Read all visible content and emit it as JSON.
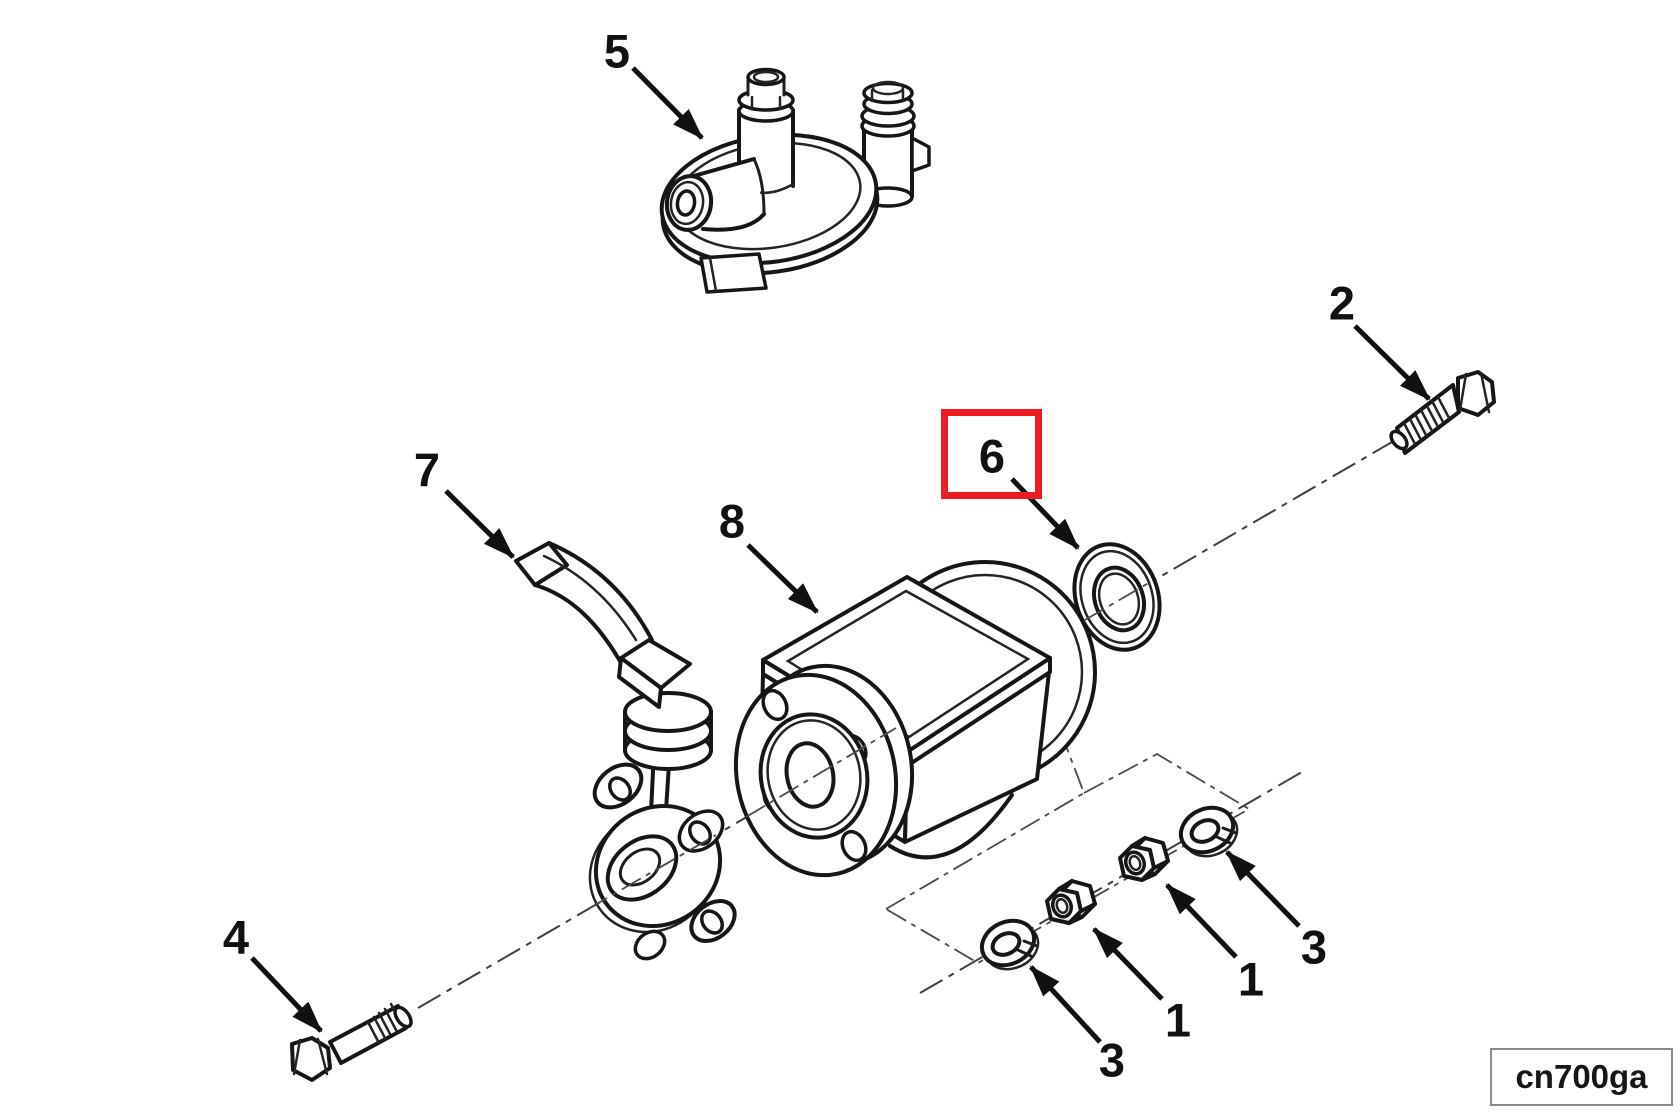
{
  "figure": {
    "code": "cn700ga",
    "type": "exploded-parts-diagram"
  },
  "colors": {
    "highlight": "#ed1c24",
    "line": "#161616",
    "background": "#ffffff",
    "code_box_border": "#8a8a8a"
  },
  "callouts": [
    {
      "id": "callout-5",
      "label": "5",
      "highlighted": false
    },
    {
      "id": "callout-2",
      "label": "2",
      "highlighted": false
    },
    {
      "id": "callout-6",
      "label": "6",
      "highlighted": true
    },
    {
      "id": "callout-8",
      "label": "8",
      "highlighted": false
    },
    {
      "id": "callout-7",
      "label": "7",
      "highlighted": false
    },
    {
      "id": "callout-4",
      "label": "4",
      "highlighted": false
    },
    {
      "id": "callout-3-lower",
      "label": "3",
      "highlighted": false
    },
    {
      "id": "callout-1-lower",
      "label": "1",
      "highlighted": false
    },
    {
      "id": "callout-1-upper",
      "label": "1",
      "highlighted": false
    },
    {
      "id": "callout-3-upper",
      "label": "3",
      "highlighted": false
    }
  ]
}
